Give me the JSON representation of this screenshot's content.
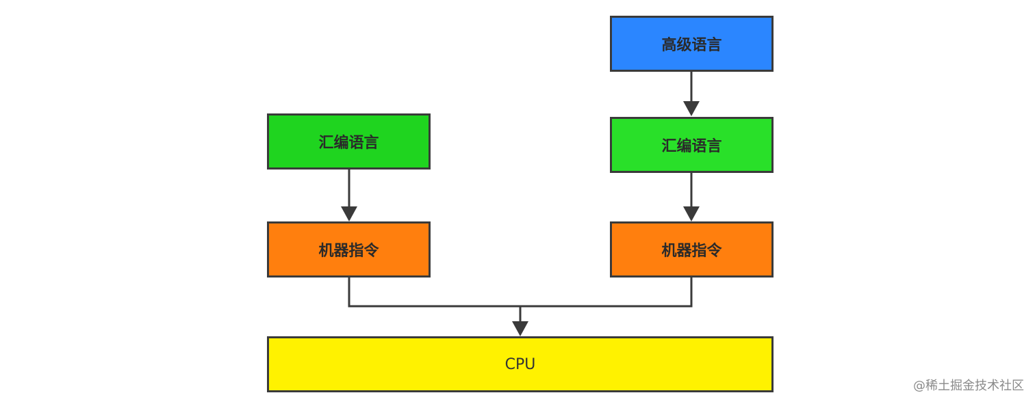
{
  "diagram": {
    "nodes": {
      "left_assembly": {
        "label": "汇编语言",
        "color": "#1fd41f"
      },
      "left_machine": {
        "label": "机器指令",
        "color": "#ff7f0e"
      },
      "right_high_level": {
        "label": "高级语言",
        "color": "#2b86ff"
      },
      "right_assembly": {
        "label": "汇编语言",
        "color": "#29e029"
      },
      "right_machine": {
        "label": "机器指令",
        "color": "#ff7f0e"
      },
      "cpu": {
        "label": "CPU",
        "color": "#fff200"
      }
    },
    "edges": [
      {
        "from": "left_assembly",
        "to": "left_machine"
      },
      {
        "from": "right_high_level",
        "to": "right_assembly"
      },
      {
        "from": "right_assembly",
        "to": "right_machine"
      },
      {
        "from": "left_machine",
        "to": "cpu"
      },
      {
        "from": "right_machine",
        "to": "cpu"
      }
    ]
  },
  "watermark": "@稀土掘金技术社区"
}
